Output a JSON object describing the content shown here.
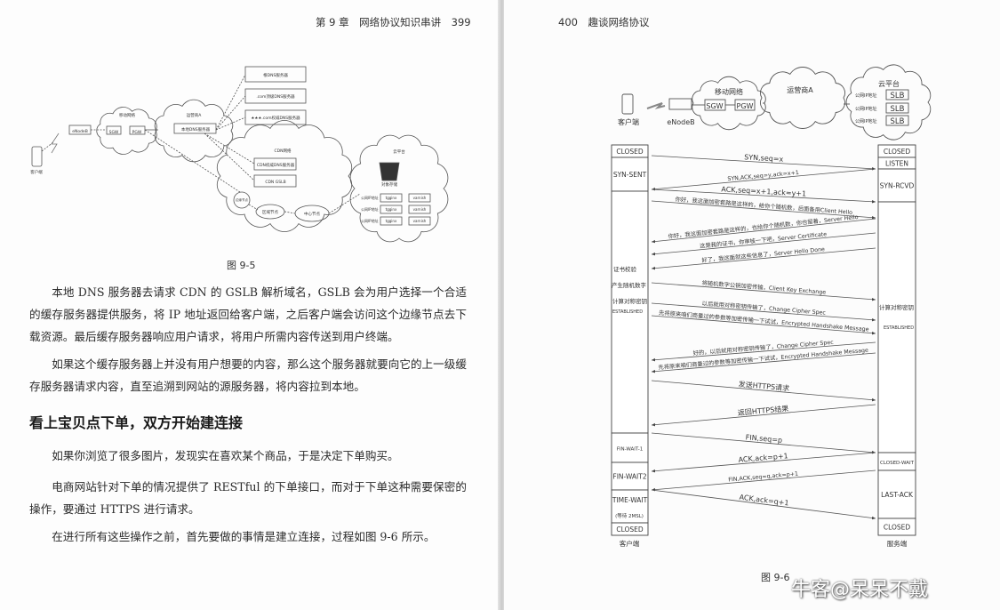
{
  "left_page": {
    "running_head": "第 9 章　网络协议知识串讲　399",
    "figure_caption": "图 9-5",
    "figure": {
      "client": "客户端",
      "enodeb": "eNodeB",
      "mobile_net": "移动网络",
      "sgw": "SGW",
      "pgw": "PGW",
      "carrier": "运营商A",
      "local_dns": "本地DNS服务器",
      "root_dns": "根DNS服务器",
      "com_dns": ".com顶级DNS服务器",
      "auth_dns": "★★★.com权威DNS服务器",
      "cdn_net": "CDN网络",
      "cdn_dns": "CDN权威DNS服务器",
      "cdn_gslb": "CDN GSLB",
      "edge": "边缘节点",
      "region": "区域节点",
      "center": "中心节点",
      "cloud": "云平台",
      "storage": "对象存储",
      "public_ip": "公网IP地址",
      "nginx": "tgginx",
      "varnish": "varnish"
    },
    "paragraphs": [
      "本地 DNS 服务器去请求 CDN 的 GSLB 解析域名，GSLB 会为用户选择一个合适的缓存服务器提供服务，将 IP 地址返回给客户端，之后客户端会访问这个边缘节点去下载资源。最后缓存服务器响应用户请求，将用户所需内容传送到用户终端。",
      "如果这个缓存服务器上并没有用户想要的内容，那么这个服务器就要向它的上一级缓存服务器请求内容，直至追溯到网站的源服务器，将内容拉到本地。"
    ],
    "heading": "看上宝贝点下单，双方开始建连接",
    "paragraphs2": [
      "如果你浏览了很多图片，发现实在喜欢某个商品，于是决定下单购买。",
      "电商网站针对下单的情况提供了 RESTful 的下单接口，而对于下单这种需要保密的操作，要通过 HTTPS 进行请求。",
      "在进行所有这些操作之前，首先要做的事情是建立连接，过程如图 9-6 所示。"
    ]
  },
  "right_page": {
    "running_head": "400　趣谈网络协议",
    "figure_caption": "图 9-6",
    "network": {
      "client": "客户端",
      "enodeb": "eNodeB",
      "mobile_net": "移动网络",
      "sgw": "SGW",
      "pgw": "PGW",
      "carrier": "运营商A",
      "cloud": "云平台",
      "public_ip": "公网IP地址",
      "slb": "SLB"
    },
    "client_states": [
      "CLOSED",
      "SYN-SENT",
      "",
      "FIN-WAIT-1",
      "FIN-WAIT2",
      "TIME-WAIT",
      "CLOSED"
    ],
    "time_wait_note": "(等待 2MSL)",
    "client_notes": [
      "证书校验",
      "产生随机数字",
      "计算对称密钥",
      "ESTABLISHED"
    ],
    "server_states": [
      "CLOSED",
      "LISTEN",
      "SYN-RCVD",
      "",
      "CLOSED-WAIT",
      "LAST-ACK",
      "CLOSED"
    ],
    "server_notes": [
      "计算对称密钥",
      "ESTABLISHED"
    ],
    "client_label": "客户端",
    "server_label": "服务端",
    "messages": [
      {
        "dir": "c2s",
        "label": "SYN,seq=x"
      },
      {
        "dir": "s2c",
        "label": "SYN,ACK,seq=y,ack=x+1"
      },
      {
        "dir": "c2s",
        "label": "ACK,seq=x+1,ack=y+1"
      },
      {
        "dir": "c2s",
        "label": "你好，我这面加密套路是这样的，给你个随机数，后面备用Client Hello"
      },
      {
        "dir": "s2c",
        "label": "你好，我这面加密套路是这样的，也给你个随机数，你也留着，Server Hello"
      },
      {
        "dir": "s2c",
        "label": "这是我的证书，你审核一下吧，Server Certificate"
      },
      {
        "dir": "s2c",
        "label": "好了，我这面就这些信息了，Server Hello Done"
      },
      {
        "dir": "c2s",
        "label": "将随机数字公钥加密传输，Client Key Exchange"
      },
      {
        "dir": "c2s",
        "label": "以后就用对称密钥传输了，Change Cipher Spec"
      },
      {
        "dir": "c2s",
        "label": "先将原来咱们商量过的参数等加密传输一下试试，Encrypted Handshake Message"
      },
      {
        "dir": "s2c",
        "label": "好的，以后就用对称密钥传输了，Change Cipher Spec"
      },
      {
        "dir": "s2c",
        "label": "先将原来咱们商量过的参数等加密传输一下试试，Encrypted Handshake Message"
      },
      {
        "dir": "c2s",
        "label": "发送HTTPS请求"
      },
      {
        "dir": "s2c",
        "label": "返回HTTPS结果"
      },
      {
        "dir": "c2s",
        "label": "FIN,seq=p"
      },
      {
        "dir": "s2c",
        "label": "ACK,ack=p+1"
      },
      {
        "dir": "s2c",
        "label": "FIN,ACK,seq=q,ack=p+1"
      },
      {
        "dir": "c2s",
        "label": "ACK,ack=q+1"
      }
    ]
  },
  "watermark": "牛客@呆呆不戴"
}
